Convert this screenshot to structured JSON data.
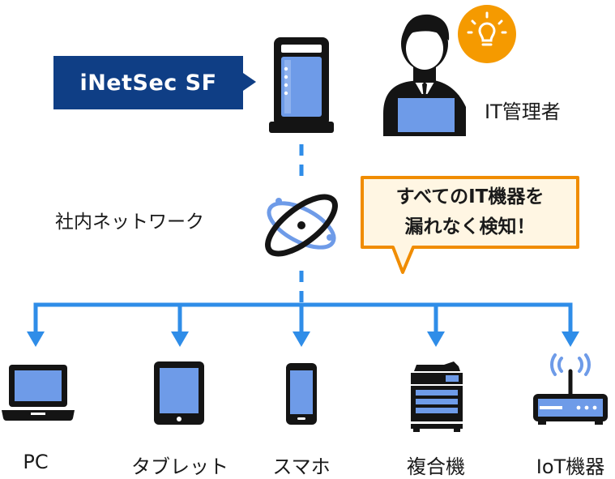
{
  "product": {
    "label": "iNetSec SF"
  },
  "admin": {
    "label": "IT管理者"
  },
  "network": {
    "label": "社内ネットワーク"
  },
  "callout": {
    "line1": "すべてのIT機器を",
    "line2": "漏れなく検知！"
  },
  "devices": [
    {
      "label": "PC",
      "icon": "laptop-icon"
    },
    {
      "label": "タブレット",
      "icon": "tablet-icon"
    },
    {
      "label": "スマホ",
      "icon": "smartphone-icon"
    },
    {
      "label": "複合機",
      "icon": "printer-icon"
    },
    {
      "label": "IoT機器",
      "icon": "iot-router-icon"
    }
  ],
  "colors": {
    "brand_navy": "#0f3e85",
    "line_blue": "#2f8de8",
    "screen_blue": "#6e9be8",
    "accent_orange": "#f08c00",
    "bulb_orange": "#f59a00",
    "callout_fill": "#fff6e3",
    "dark": "#141414"
  }
}
